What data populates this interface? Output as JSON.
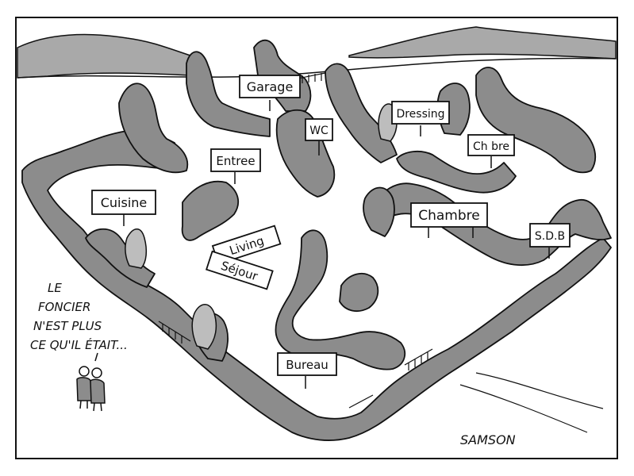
{
  "cartoon": {
    "signs": [
      {
        "label": "Garage"
      },
      {
        "label": "WC"
      },
      {
        "label": "Dressing"
      },
      {
        "label": "Ch bre"
      },
      {
        "label": "Entree"
      },
      {
        "label": "Cuisine"
      },
      {
        "label": "Chambre"
      },
      {
        "label": "S.D.B"
      },
      {
        "label": "Living"
      },
      {
        "label": "Séjour"
      },
      {
        "label": "Bureau"
      }
    ],
    "caption_lines": [
      "LE",
      "FONCIER",
      "N'EST PLUS",
      "CE QU'IL ÉTAIT..."
    ],
    "signature": "SAMSON"
  },
  "colors": {
    "hedge": "#8c8c8c",
    "hedge_dark": "#6f6f6f",
    "hills": "#a9a9a9",
    "ink": "#111111",
    "paper": "#ffffff"
  }
}
